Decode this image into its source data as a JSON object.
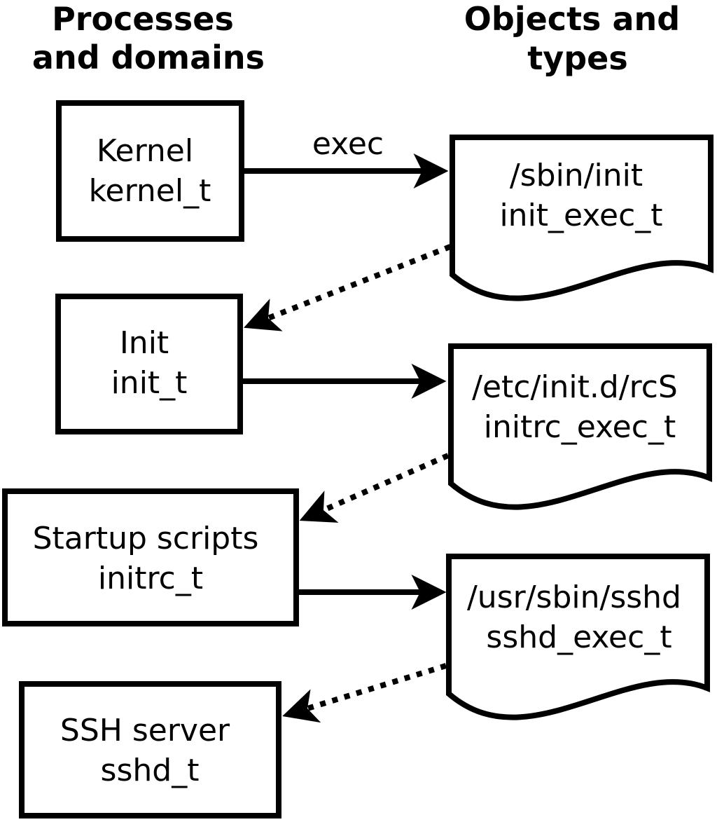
{
  "diagram": {
    "columns": {
      "left_heading_line1": "Processes",
      "left_heading_line2": "and domains",
      "right_heading_line1": "Objects and",
      "right_heading_line2": "types"
    },
    "processes": [
      {
        "label": "Kernel",
        "domain": "kernel_t"
      },
      {
        "label": "Init",
        "domain": "init_t"
      },
      {
        "label": "Startup scripts",
        "domain": "initrc_t"
      },
      {
        "label": "SSH server",
        "domain": "sshd_t"
      }
    ],
    "objects": [
      {
        "path": "/sbin/init",
        "type": "init_exec_t"
      },
      {
        "path": "/etc/init.d/rcS",
        "type": "initrc_exec_t"
      },
      {
        "path": "/usr/sbin/sshd",
        "type": "sshd_exec_t"
      }
    ],
    "arrow_label": "exec",
    "colors": {
      "stroke": "#000000",
      "background": "#ffffff"
    }
  }
}
